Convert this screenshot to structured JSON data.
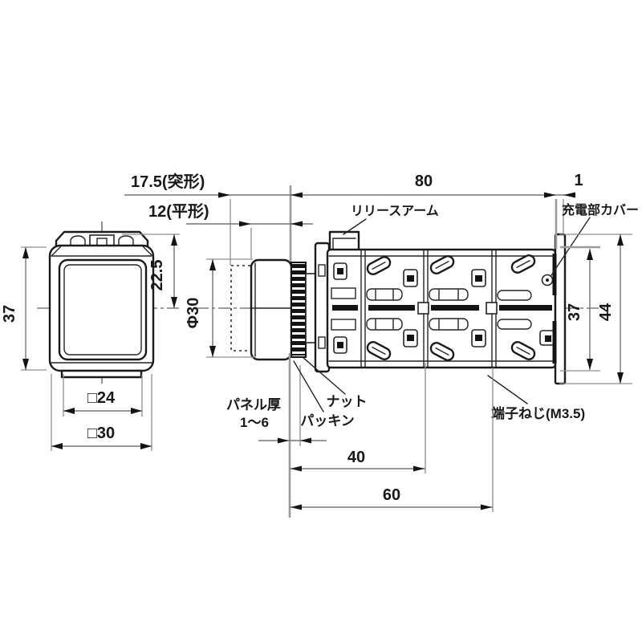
{
  "page": {
    "background": "#ffffff"
  },
  "drawing": {
    "type": "technical-dimension-drawing of a square pushbutton switch, front view and side view",
    "line_color": "#1a1a1a",
    "dim_color": "#757575",
    "front_view": {
      "height": "37",
      "top_to_center": "22.5",
      "button_square": "□24",
      "body_square": "□30"
    },
    "side_view": {
      "protruding_depth": "17.5(突形)",
      "flat_depth": "12(平形)",
      "body_length": "80",
      "cover_gap": "1",
      "cap_diameter": "Φ30",
      "body_height": "37",
      "flange_height": "44",
      "length_to_second_block": "40",
      "length_to_third_block": "60",
      "release_arm": "リリースアーム",
      "live_part_cover": "充電部カバー",
      "panel_thickness_label": "パネル厚",
      "panel_thickness_range": "1〜6",
      "nut": "ナット",
      "packing": "パッキン",
      "terminal_screw": "端子ねじ(M3.5)"
    }
  }
}
